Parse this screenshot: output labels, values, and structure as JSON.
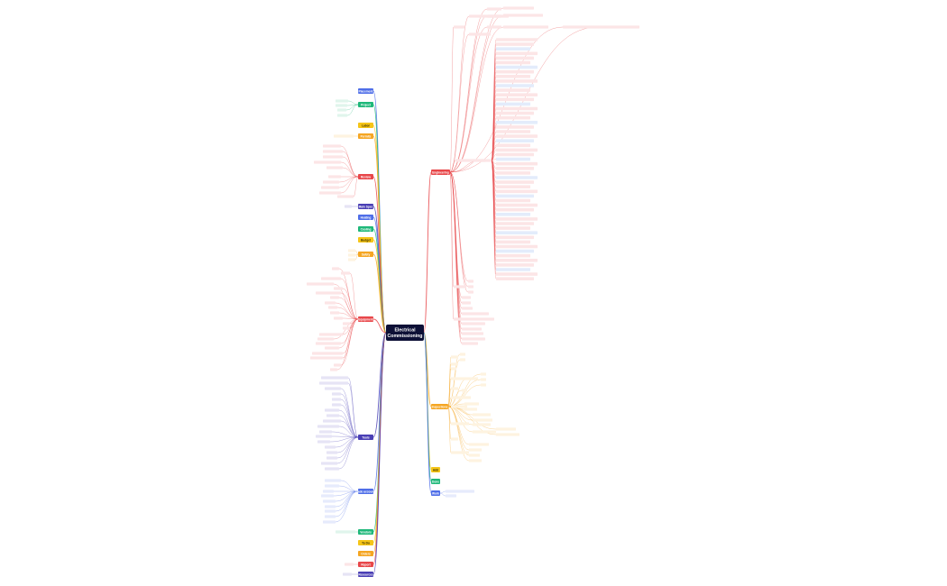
{
  "root": {
    "line1": "Electrical",
    "line2": "Commissioning"
  },
  "left_branches": [
    {
      "label": "Placement",
      "color": "#4f6ee8"
    },
    {
      "label": "Project",
      "color": "#1fb87a"
    },
    {
      "label": "Labor",
      "color": "#f5c518"
    },
    {
      "label": "Permits",
      "color": "#f5a623"
    },
    {
      "label": "Review",
      "color": "#e8474a"
    },
    {
      "label": "Main Spec",
      "color": "#4a3fb5"
    },
    {
      "label": "Heating",
      "color": "#4f6ee8"
    },
    {
      "label": "Cooling",
      "color": "#1fb87a"
    },
    {
      "label": "Budget",
      "color": "#f5c518"
    },
    {
      "label": "Safety",
      "color": "#f5a623"
    },
    {
      "label": "Equipment",
      "color": "#e8474a"
    },
    {
      "label": "Tools",
      "color": "#4a3fb5"
    },
    {
      "label": "Trade accounts",
      "color": "#4f6ee8"
    },
    {
      "label": "Vendors",
      "color": "#1fb87a"
    },
    {
      "label": "To Do",
      "color": "#f5c518"
    },
    {
      "label": "Orders",
      "color": "#f5a623"
    },
    {
      "label": "Report",
      "color": "#e8474a"
    },
    {
      "label": "Resources",
      "color": "#4a3fb5"
    }
  ],
  "right_branches": [
    {
      "label": "Engineering",
      "color": "#e8474a"
    },
    {
      "label": "Inspections",
      "color": "#f5a623"
    },
    {
      "label": "Add",
      "color": "#f5c518"
    },
    {
      "label": "Done",
      "color": "#1fb87a"
    },
    {
      "label": "Work",
      "color": "#4f6ee8"
    }
  ]
}
